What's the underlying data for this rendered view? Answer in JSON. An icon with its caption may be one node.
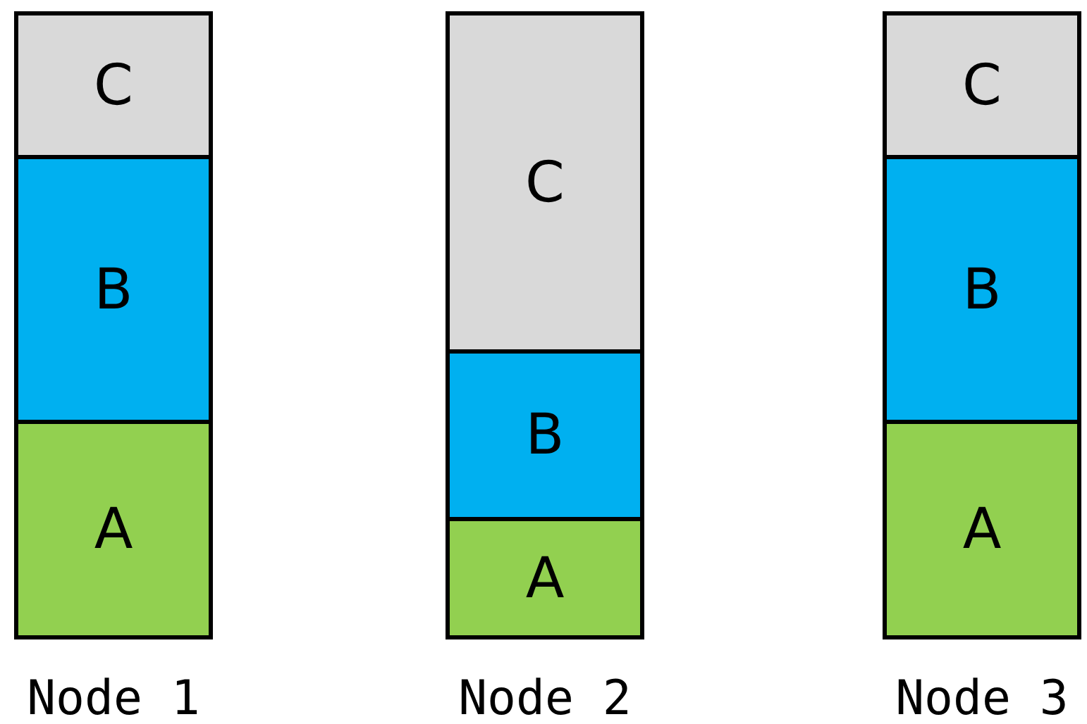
{
  "diagram": {
    "nodes": [
      {
        "text": [
          "Node 1"
        ]
      },
      {
        "text": [
          "C"
        ],
        "in": 0
      },
      {
        "text": [
          "B"
        ],
        "in": 0
      },
      {
        "text": [
          "A"
        ],
        "in": 0
      },
      {
        "text": [
          "Node 2"
        ]
      },
      {
        "text": [
          "C"
        ],
        "in": 4
      },
      {
        "text": [
          "B"
        ],
        "in": 4
      },
      {
        "text": [
          "A"
        ],
        "in": 4
      },
      {
        "text": [
          "Node 3"
        ]
      },
      {
        "text": [
          "C"
        ],
        "in": 8
      },
      {
        "text": [
          "B"
        ],
        "in": 8
      },
      {
        "text": [
          "A"
        ],
        "in": 8
      }
    ],
    "edges": []
  }
}
